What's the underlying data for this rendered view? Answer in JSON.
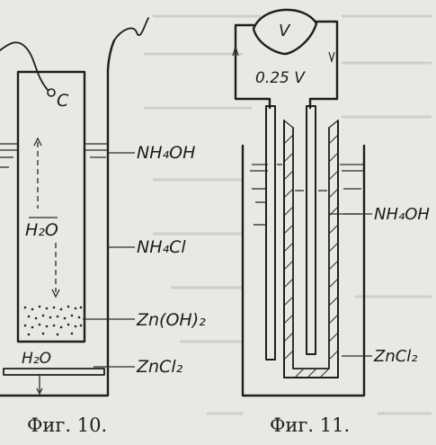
{
  "figures": [
    {
      "caption": "Фиг. 10.",
      "labels": {
        "electrode": "C",
        "upper_liquid": "NH₄OH",
        "water_arrow": "H₂O",
        "lower_liquid": "NH₄Cl",
        "precipitate": "Zn(OH)₂",
        "bottom_water": "H₂O",
        "bottom_salt": "ZnCl₂"
      }
    },
    {
      "caption": "Фиг. 11.",
      "labels": {
        "meter": "V",
        "voltage": "0.25 V",
        "liquid": "NH₄OH",
        "salt": "ZnCl₂"
      }
    }
  ]
}
